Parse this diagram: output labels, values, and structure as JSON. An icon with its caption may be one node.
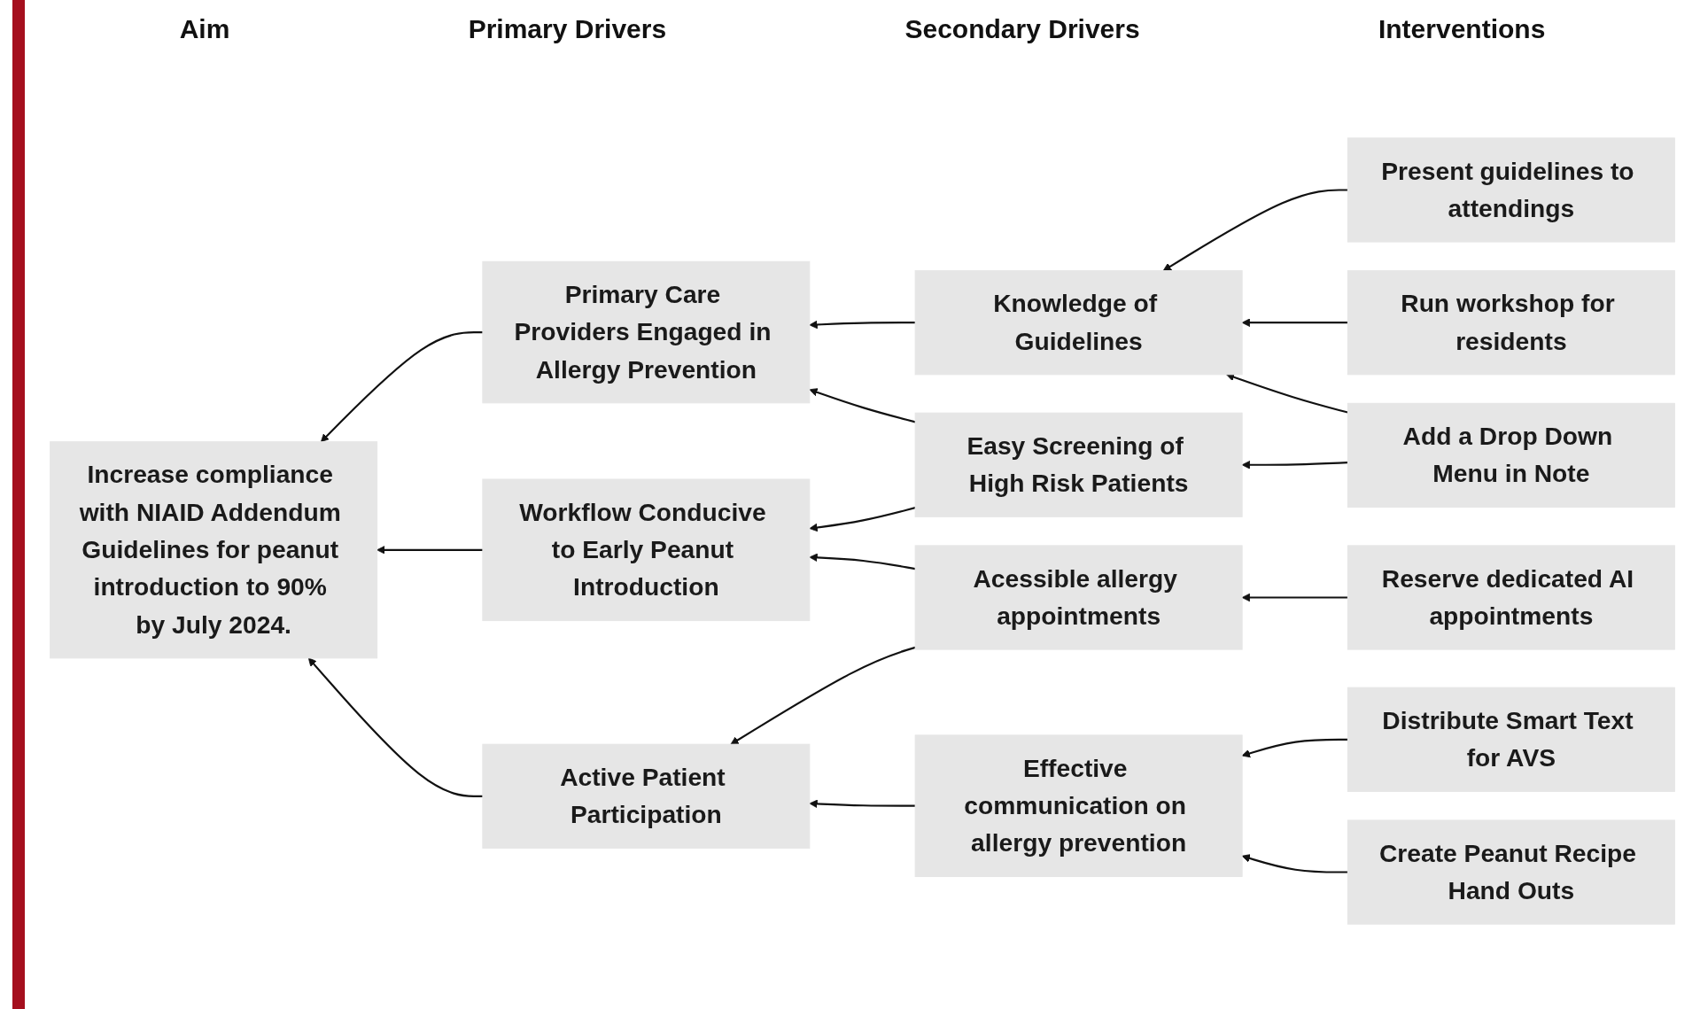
{
  "diagram": {
    "nodes": [
      {
        "text": [
          "Increase compliance with NIAID Addendum Guidelines for peanut introduction to 90% by July 2024."
        ]
      },
      {
        "text": [
          "Primary Care Providers Engaged in Allergy Prevention"
        ]
      },
      {
        "text": [
          "Workflow Conducive to Early Peanut Introduction"
        ]
      },
      {
        "text": [
          "Active Patient Participation"
        ]
      },
      {
        "text": [
          "Knowledge of Guidelines"
        ]
      },
      {
        "text": [
          "Easy Screening of High Risk Patients"
        ]
      },
      {
        "text": [
          "Acessible allergy appointments"
        ]
      },
      {
        "text": [
          "Effective communication on allergy prevention"
        ]
      },
      {
        "text": [
          "Present guidelines to attendings"
        ]
      },
      {
        "text": [
          "Run workshop for residents"
        ]
      },
      {
        "text": [
          "Add a Drop Down Menu in Note"
        ]
      },
      {
        "text": [
          "Distribute Smart Text for AVS"
        ]
      },
      {
        "text": [
          "Reserve dedicated AI appointments"
        ]
      },
      {
        "text": [
          "Create Peanut Recipe Hand Outs"
        ]
      }
    ],
    "edges": [
      {
        "from": 1,
        "to": 0,
        "arrow": "to"
      },
      {
        "from": 2,
        "to": 0,
        "arrow": "to"
      },
      {
        "from": 3,
        "to": 0,
        "arrow": "to"
      },
      {
        "from": 4,
        "to": 1,
        "arrow": "to"
      },
      {
        "from": 5,
        "to": 1,
        "arrow": "to"
      },
      {
        "from": 5,
        "to": 2,
        "arrow": "to"
      },
      {
        "from": 6,
        "to": 2,
        "arrow": "to"
      },
      {
        "from": 6,
        "to": 3,
        "arrow": "to"
      },
      {
        "from": 7,
        "to": 3,
        "arrow": "to"
      },
      {
        "from": 8,
        "to": 4,
        "arrow": "to"
      },
      {
        "from": 9,
        "to": 4,
        "arrow": "to"
      },
      {
        "from": 10,
        "to": 4,
        "arrow": "to"
      },
      {
        "from": 10,
        "to": 5,
        "arrow": "to"
      },
      {
        "from": 11,
        "to": 7,
        "arrow": "to"
      },
      {
        "from": 12,
        "to": 6,
        "arrow": "to"
      },
      {
        "from": 13,
        "to": 7,
        "arrow": "to"
      }
    ],
    "labels": [
      "Interventions",
      "Secondary Drivers",
      "Primary Drivers",
      "Aim"
    ]
  }
}
